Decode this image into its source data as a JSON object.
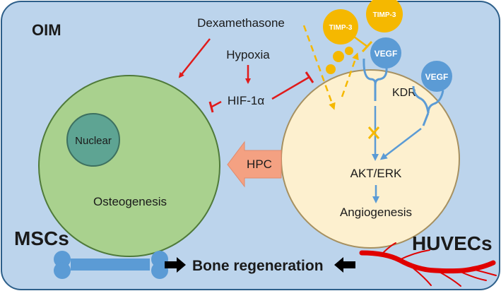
{
  "labels": {
    "oim": "OIM",
    "dexamethasone": "Dexamethasone",
    "hypoxia": "Hypoxia",
    "hif": "HIF-1α",
    "timp3_a": "TIMP-3",
    "timp3_b": "TIMP-3",
    "vegf_a": "VEGF",
    "vegf_b": "VEGF",
    "kdr": "KDR",
    "nuclear": "Nuclear",
    "osteogenesis": "Osteogenesis",
    "hpc": "HPC",
    "akt_erk": "AKT/ERK",
    "angiogenesis": "Angiogenesis",
    "mscs": "MSCs",
    "huvecs": "HUVECs",
    "bone_regeneration": "Bone regeneration"
  },
  "colors": {
    "background": "#bcd4ec",
    "border": "#2d5f8a",
    "msc_cell": "#a9d18e",
    "msc_border": "#4f7a3a",
    "nucleus": "#5ea493",
    "huvec_cell": "#fdf0cf",
    "huvec_border": "#a69060",
    "red_arrow": "#e01b1b",
    "orange": "#f5b800",
    "blue_receptor": "#5b9bd5",
    "hpc_arrow": "#f4a182",
    "vessel": "#e00000"
  }
}
